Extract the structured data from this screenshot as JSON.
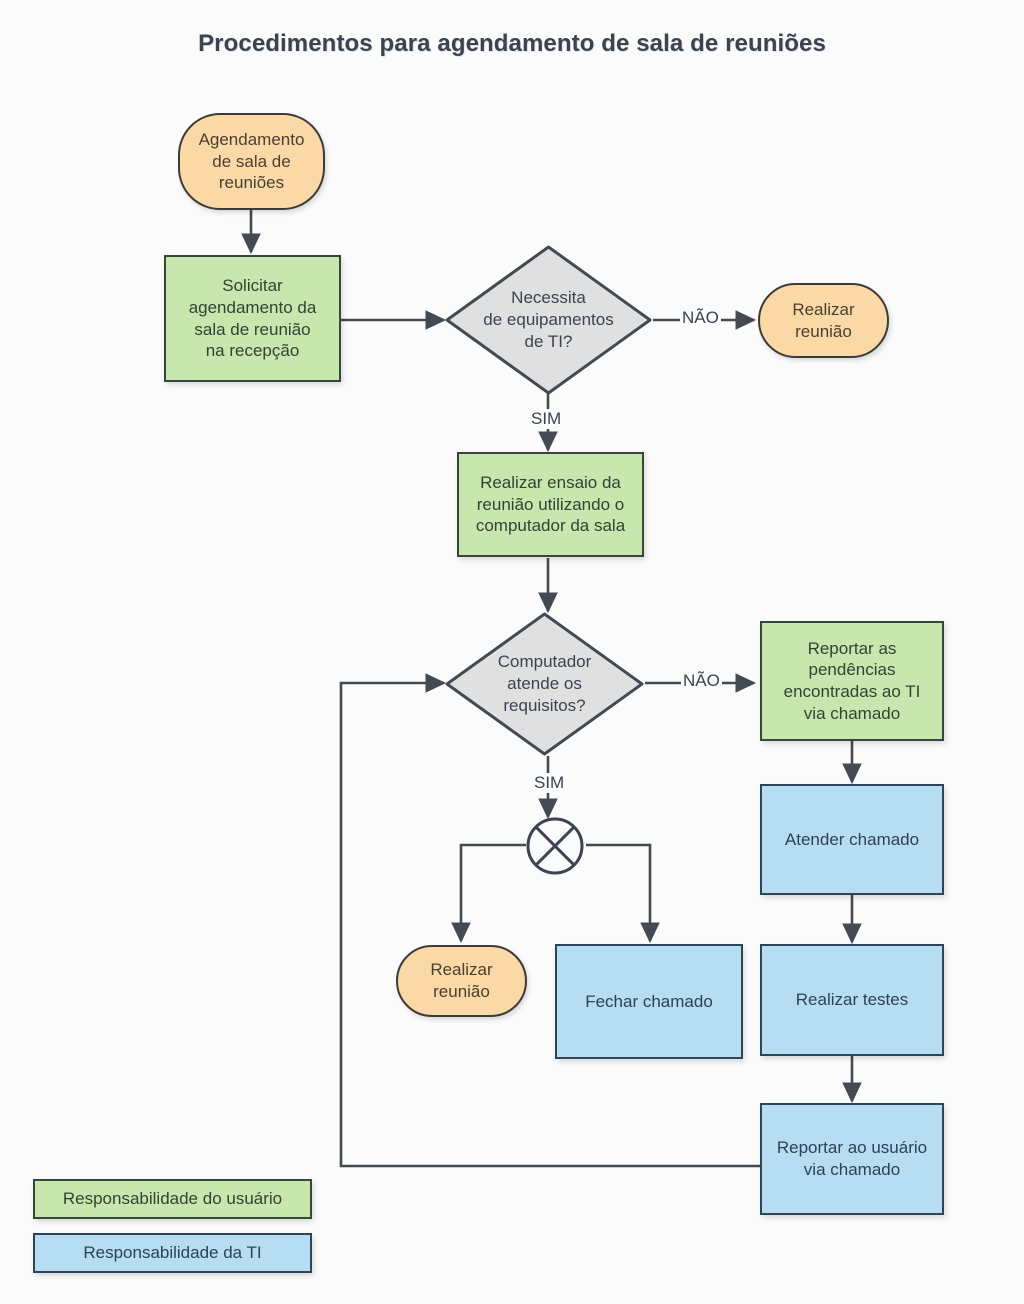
{
  "title": "Procedimentos para agendamento de sala de reuniões",
  "colors": {
    "background": "#fbfbfb",
    "title_text": "#3b4350",
    "edge_stroke": "#434a52",
    "terminator_fill": "#fad9a6",
    "terminator_stroke": "#3c3b38",
    "user_fill": "#c7e7ae",
    "user_stroke": "#36463a",
    "it_fill": "#b7ddf2",
    "it_stroke": "#2e4559",
    "decision_fill": "#e0e0e0",
    "decision_stroke": "#434a52"
  },
  "nodes": {
    "start": {
      "label": "Agendamento\nde sala de\nreuniões",
      "type": "terminator"
    },
    "solicitar": {
      "label": "Solicitar\nagendamento da\nsala de reunião\nna recepção",
      "type": "process-user"
    },
    "decision_equip": {
      "label": "Necessita\nde equipamentos\nde TI?",
      "type": "decision"
    },
    "reuniao_top": {
      "label": "Realizar\nreunião",
      "type": "terminator"
    },
    "ensaio": {
      "label": "Realizar ensaio da\nreunião utilizando o\ncomputador da sala",
      "type": "process-user"
    },
    "decision_requisitos": {
      "label": "Computador\natende os\nrequisitos?",
      "type": "decision"
    },
    "reportar_pendencias": {
      "label": "Reportar as\npendências\nencontradas ao TI\nvia chamado",
      "type": "process-user"
    },
    "atender_chamado": {
      "label": "Atender chamado",
      "type": "process-it"
    },
    "realizar_testes": {
      "label": "Realizar testes",
      "type": "process-it"
    },
    "reportar_usuario": {
      "label": "Reportar ao usuário\nvia chamado",
      "type": "process-it"
    },
    "reuniao_bottom": {
      "label": "Realizar\nreunião",
      "type": "terminator"
    },
    "fechar_chamado": {
      "label": "Fechar chamado",
      "type": "process-it"
    },
    "gateway_xor": {
      "label": "",
      "type": "xor-gateway"
    }
  },
  "edge_labels": {
    "equip_nao": "NÃO",
    "equip_sim": "SIM",
    "requisitos_nao": "NÃO",
    "requisitos_sim": "SIM"
  },
  "legend": {
    "user": "Responsabilidade do usuário",
    "it": "Responsabilidade da TI"
  }
}
